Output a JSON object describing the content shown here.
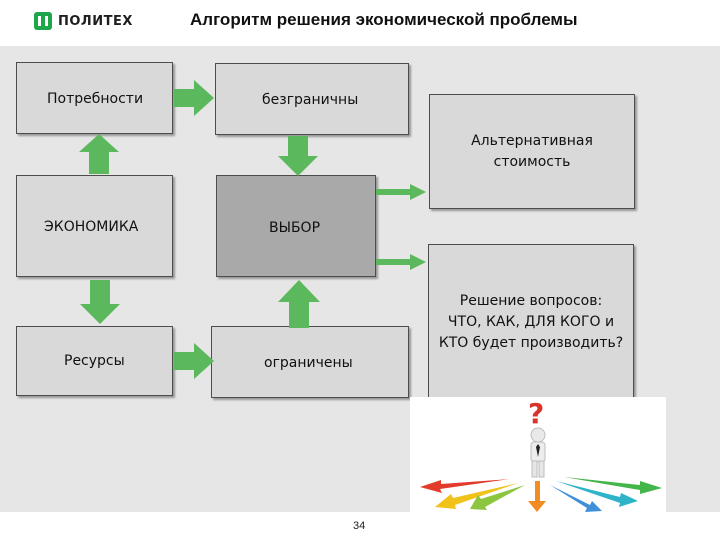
{
  "header": {
    "logo_text": "ПОЛИТЕХ",
    "title": "Алгоритм решения экономической проблемы"
  },
  "diagram": {
    "needs": "Потребности",
    "unlimited": "безграничны",
    "economy": "ЭКОНОМИКА",
    "choice": "ВЫБОР",
    "resources": "Ресурсы",
    "limited": "ограничены",
    "opportunity_cost_line1": "Альтернативная",
    "opportunity_cost_line2": "стоимость",
    "questions_line1": "Решение вопросов:",
    "questions_line2": "ЧТО, КАК, ДЛЯ КОГО и",
    "questions_line3": "КТО будет производить?"
  },
  "footer": {
    "page_number": "34"
  },
  "colors": {
    "arrow_green": "#5cb85c",
    "box_fill": "#d9d9d9",
    "box_dark": "#a9a9a9",
    "panel": "#e6e6e6"
  },
  "icons": [
    "green-arrow-icon",
    "question-mark-icon",
    "person-icon",
    "direction-arrows-icon"
  ]
}
